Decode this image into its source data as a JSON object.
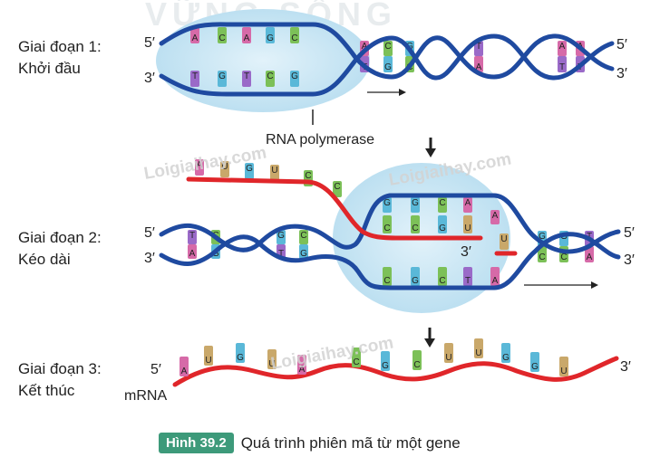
{
  "stages": [
    {
      "line1": "Giai đoạn 1:",
      "line2": "Khởi đầu"
    },
    {
      "line1": "Giai đoạn 2:",
      "line2": "Kéo dài"
    },
    {
      "line1": "Giai đoạn 3:",
      "line2": "Kết thúc"
    }
  ],
  "labels": {
    "five_prime": "5′",
    "three_prime": "3′",
    "rna_polymerase": "RNA polymerase",
    "mrna": "mRNA"
  },
  "caption": {
    "badge": "Hình 39.2",
    "text": "Quá trình phiên mã từ một gene"
  },
  "watermarks": [
    "Loigiaihay.com",
    "VỮNG SỐNG"
  ],
  "stage1": {
    "bubble_top": [
      "A",
      "C",
      "A",
      "G",
      "C"
    ],
    "bubble_bottom": [
      "T",
      "G",
      "T",
      "C",
      "G"
    ],
    "helix_top": [
      "A",
      "C",
      "G",
      "T",
      "A",
      "A"
    ],
    "helix_bottom": [
      "T",
      "G",
      "C",
      "A",
      "T",
      "T"
    ]
  },
  "stage2": {
    "rna_tail": [
      "A",
      "U",
      "G",
      "U",
      "C",
      "C"
    ],
    "bubble_top": [
      "G",
      "G",
      "C",
      "A"
    ],
    "bubble_rna": [
      "C",
      "C",
      "G",
      "U"
    ],
    "left_top": [
      "T",
      "C",
      "G",
      "C"
    ],
    "left_bottom": [
      "A",
      "G",
      "T",
      "G"
    ],
    "right_top": [
      "G",
      "G",
      "T"
    ],
    "right_bottom": [
      "C",
      "C",
      "A"
    ],
    "template": [
      "C",
      "G",
      "C",
      "T",
      "A"
    ],
    "new_A": "A",
    "new_U": "U"
  },
  "stage3": {
    "mrna": [
      "A",
      "U",
      "G",
      "U",
      "A",
      "C",
      "G",
      "C",
      "U",
      "U",
      "G",
      "G",
      "U"
    ]
  },
  "colors": {
    "strand": "#1f4aa0",
    "rna": "#e0262a",
    "bubble": "#c8e6f4",
    "A": "#d66aa8",
    "T": "#9a6ac8",
    "G": "#5ab8d8",
    "C": "#7cc058",
    "U": "#c9a86a"
  }
}
